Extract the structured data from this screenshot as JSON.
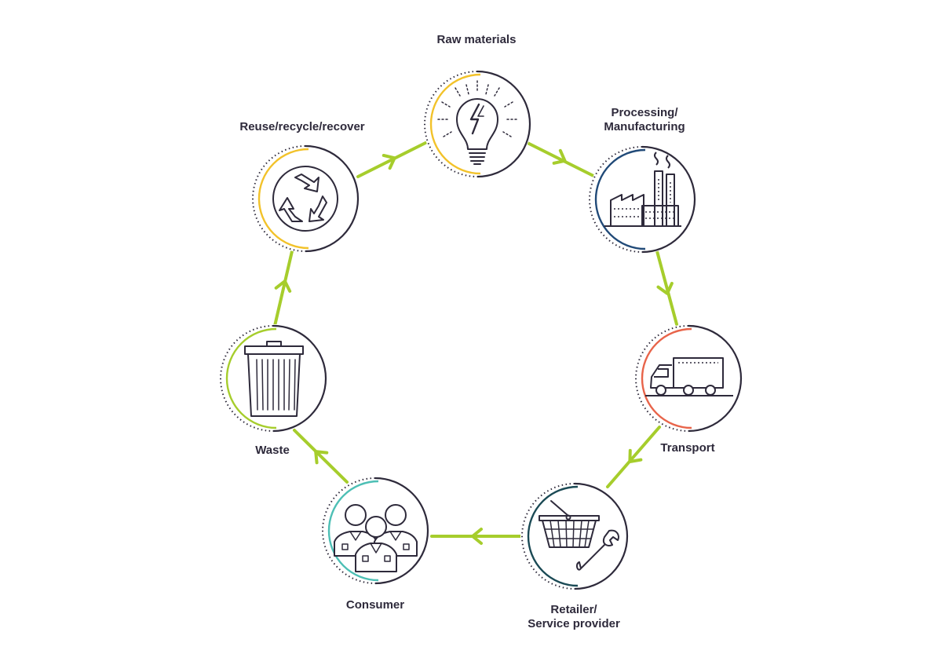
{
  "colors": {
    "arrow": "#a6cd2c",
    "ring": "#2e2a3b",
    "raw_materials": "#f2c22a",
    "processing": "#214a78",
    "transport": "#e8644a",
    "retailer": "#1b4a55",
    "consumer": "#4dbfb5",
    "waste": "#a6cd2c",
    "reuse": "#f2c22a"
  },
  "stages": {
    "raw_materials": {
      "label": "Raw materials",
      "icon": "lightbulb-icon"
    },
    "processing": {
      "line1": "Processing/",
      "line2": "Manufacturing",
      "icon": "factory-icon"
    },
    "transport": {
      "label": "Transport",
      "icon": "truck-icon"
    },
    "retailer": {
      "line1": "Retailer/",
      "line2": "Service provider",
      "icon": "basket-wrench-icon"
    },
    "consumer": {
      "label": "Consumer",
      "icon": "people-icon"
    },
    "waste": {
      "label": "Waste",
      "icon": "trash-can-icon"
    },
    "reuse": {
      "label": "Reuse/recycle/recover",
      "icon": "recycle-icon"
    }
  }
}
